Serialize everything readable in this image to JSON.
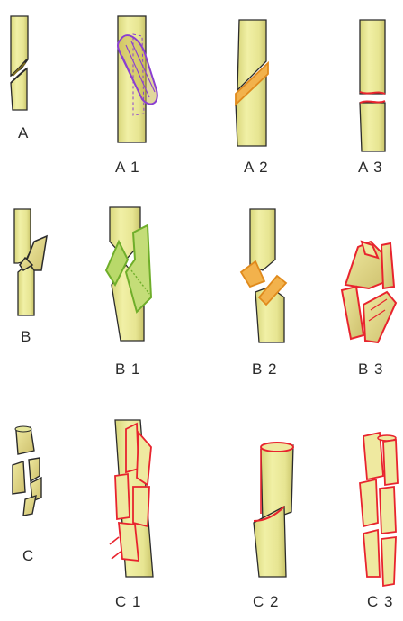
{
  "labels": {
    "a": "A",
    "a1": "A 1",
    "a2": "A 2",
    "a3": "A 3",
    "b": "B",
    "b1": "B 1",
    "b2": "B 2",
    "b3": "B 3",
    "c": "C",
    "c1": "C 1",
    "c2": "C 2",
    "c3": "C 3"
  },
  "colors": {
    "stem": "#e6e79a",
    "stem_dark": "#c9c46a",
    "outline": "#2b2b2b",
    "purple": "#8a3fd1",
    "orange": "#f0a23a",
    "red": "#e8242e",
    "green": "#8cc63f"
  }
}
